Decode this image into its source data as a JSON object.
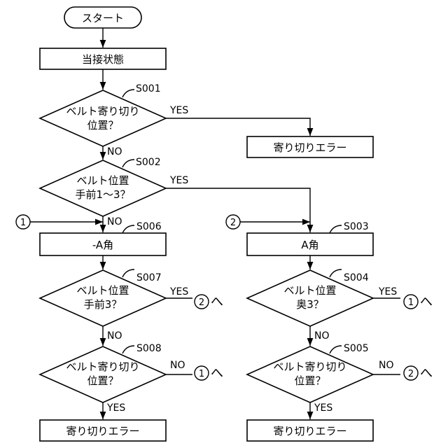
{
  "start": "スタート",
  "contact_state": "当接状態",
  "s001": {
    "step": "S001",
    "line1": "ベルト寄り切り",
    "line2": "位置？",
    "yes": "YES",
    "no": "NO"
  },
  "error_top": "寄り切りエラー",
  "s002": {
    "step": "S002",
    "line1": "ベルト位置",
    "line2": "手前1～3？",
    "yes": "YES",
    "no": "NO"
  },
  "connector1": "1",
  "connector2": "2",
  "s006": {
    "step": "S006",
    "label": "-A角"
  },
  "s003": {
    "step": "S003",
    "label": "A角"
  },
  "s007": {
    "step": "S007",
    "line1": "ベルト位置",
    "line2": "手前3？",
    "yes": "YES",
    "no": "NO",
    "goto": "2",
    "goto_suffix": "へ"
  },
  "s004": {
    "step": "S004",
    "line1": "ベルト位置",
    "line2": "奥3？",
    "yes": "YES",
    "no": "NO",
    "goto": "1",
    "goto_suffix": "へ"
  },
  "s008": {
    "step": "S008",
    "line1": "ベルト寄り切り",
    "line2": "位置？",
    "no": "NO",
    "yes": "YES",
    "goto": "1",
    "goto_suffix": "へ"
  },
  "s005": {
    "step": "S005",
    "line1": "ベルト寄り切り",
    "line2": "位置？",
    "no": "NO",
    "yes": "YES",
    "goto": "2",
    "goto_suffix": "へ"
  },
  "error_left": "寄り切りエラー",
  "error_right": "寄り切りエラー"
}
